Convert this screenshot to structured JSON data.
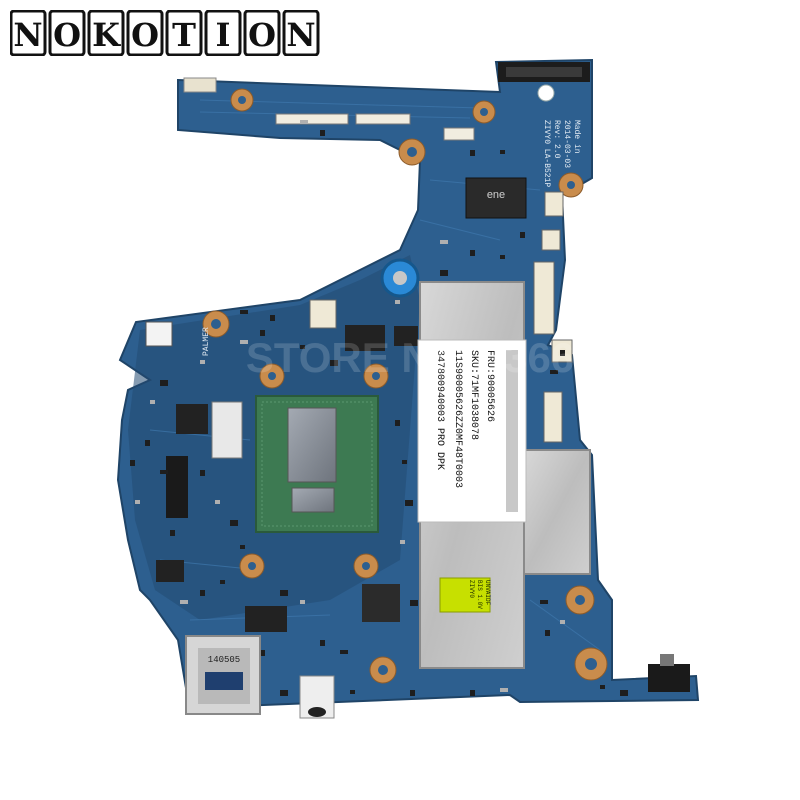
{
  "brand": {
    "name": "NOKOTION"
  },
  "watermark": {
    "text": "STORE No. 3366"
  },
  "sticker": {
    "lines": [
      "FRU:90005626",
      "SKU:71MF1038078",
      "11S90005626ZZ0MF48T0003",
      "347800940003 PRO DPK"
    ]
  },
  "board": {
    "model_text": "ZIVY0 LA-B521P",
    "rev_text": "Rev: 2.0",
    "date_text": "2014-03-03",
    "made_text": "Made in",
    "left_label": "PALMER",
    "bios_label_lines": [
      "ZIVY0",
      "BIS 1.0V",
      "UNVAIDF"
    ],
    "usb_port_text": "140505",
    "chip_brand": "ene"
  },
  "colors": {
    "pcb": "#2d5f8f",
    "pcb_dark": "#234b73",
    "copper": "#c98c4c",
    "shield": "#c4c4c4",
    "cpu_substrate": "#3d7a52",
    "die": "#8a9099"
  }
}
